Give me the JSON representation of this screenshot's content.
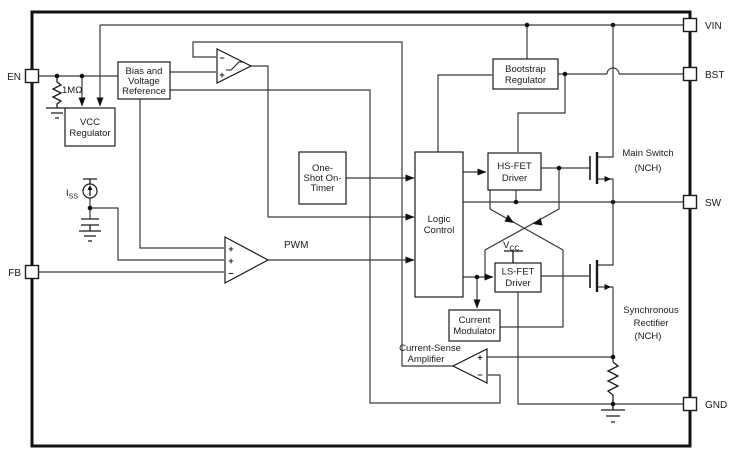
{
  "pins": {
    "en": "EN",
    "fb": "FB",
    "vin": "VIN",
    "bst": "BST",
    "sw": "SW",
    "gnd": "GND"
  },
  "blocks": {
    "bias": [
      "Bias and",
      "Voltage",
      "Reference"
    ],
    "vcc_regulator": [
      "VCC",
      "Regulator"
    ],
    "bootstrap": [
      "Bootstrap",
      "Regulator"
    ],
    "one_shot": [
      "One-",
      "Shot On-",
      "Timer"
    ],
    "logic": [
      "Logic",
      "Control"
    ],
    "hs_driver": [
      "HS-FET",
      "Driver"
    ],
    "ls_driver": [
      "LS-FET",
      "Driver"
    ],
    "current_modulator": [
      "Current",
      "Modulator"
    ]
  },
  "labels": {
    "pwm": "PWM",
    "resistor": "1MΩ",
    "iss": {
      "base": "I",
      "sub": "SS"
    },
    "vcc": {
      "base": "V",
      "sub": "CC"
    },
    "cs_amp": [
      "Current-Sense",
      "Amplifier"
    ],
    "main_switch": [
      "Main Switch",
      "(NCH)"
    ],
    "sync_rectifier": [
      "Synchronous",
      "Rectifier",
      "(NCH)"
    ],
    "plus": "+",
    "minus": "−"
  }
}
